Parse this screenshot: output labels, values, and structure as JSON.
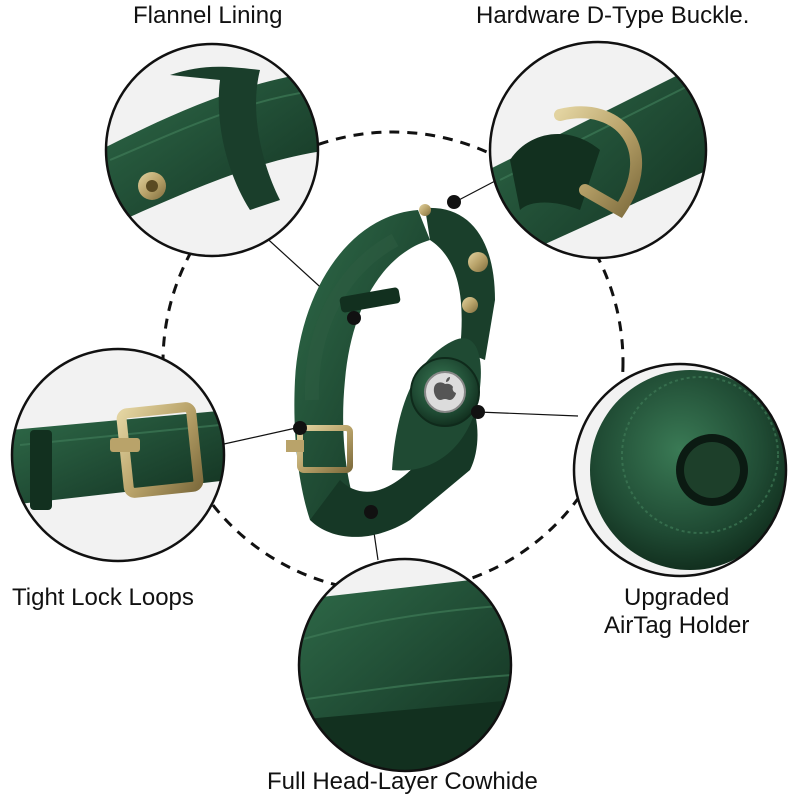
{
  "colors": {
    "leather": "#1f4a33",
    "leather_dark": "#12301f",
    "leather_light": "#2f6b49",
    "brass": "#b9a36a",
    "line": "#111111"
  },
  "labels": {
    "flannel_lining": "Flannel Lining",
    "hardware_buckle": "Hardware D-Type Buckle.",
    "tight_lock_loops": "Tight Lock Loops",
    "upgraded_line1": "Upgraded",
    "upgraded_line2": "AirTag Holder",
    "full_cowhide": "Full Head-Layer Cowhide"
  },
  "icons": {
    "apple_logo": "apple-logo-icon"
  }
}
